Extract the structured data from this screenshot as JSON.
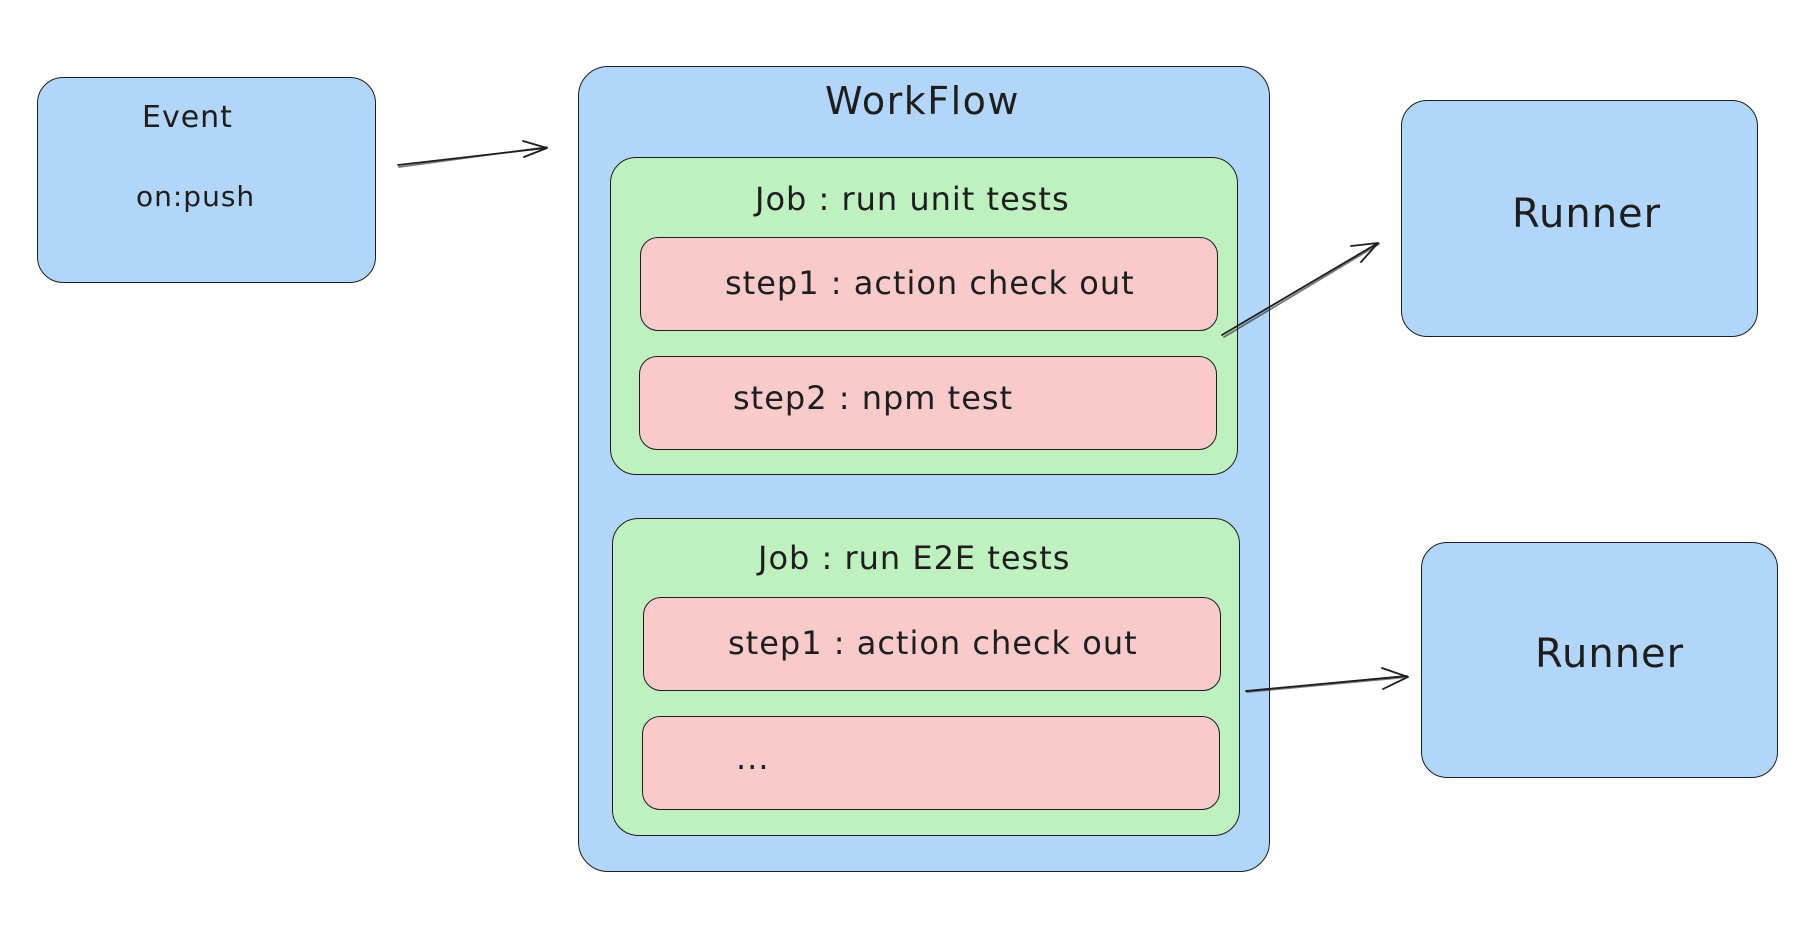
{
  "event": {
    "title": "Event",
    "trigger": "on:push"
  },
  "workflow": {
    "title": "WorkFlow",
    "jobs": [
      {
        "title": "Job : run unit tests",
        "steps": [
          "step1 : action check out",
          "step2 : npm test"
        ]
      },
      {
        "title": "Job : run E2E tests",
        "steps": [
          "step1 : action check out",
          "..."
        ]
      }
    ]
  },
  "runners": [
    {
      "label": "Runner"
    },
    {
      "label": "Runner"
    }
  ],
  "colors": {
    "node_blue": "#b1d6fa",
    "job_green": "#bef0c0",
    "step_red": "#f8caca",
    "stroke": "#1e1e1e"
  }
}
